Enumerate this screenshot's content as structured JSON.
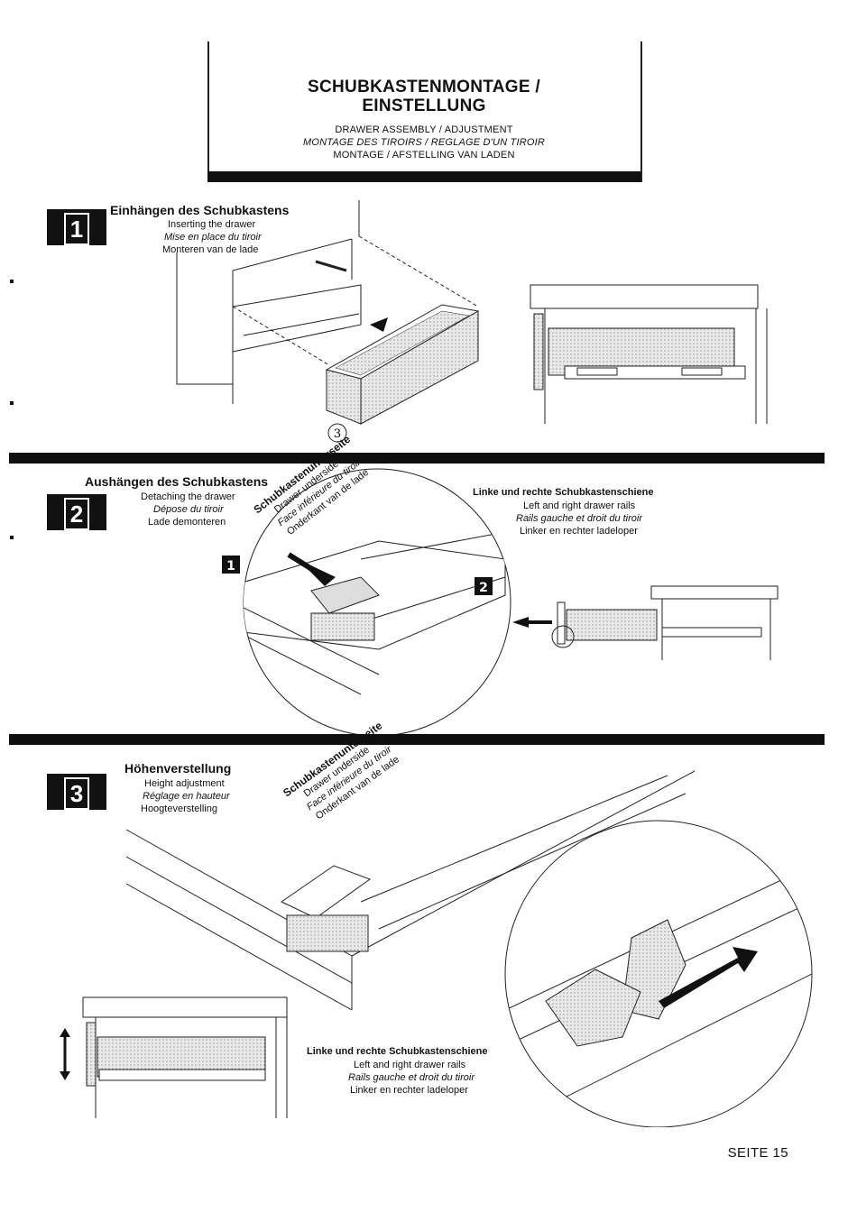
{
  "header": {
    "title_line1": "SCHUBKASTENMONTAGE /",
    "title_line2": "EINSTELLUNG",
    "sub_en": "DRAWER ASSEMBLY / ADJUSTMENT",
    "sub_fr": "MONTAGE DES TIROIRS / REGLAGE D'UN TIROIR",
    "sub_nl": "MONTAGE / AFSTELLING VAN LADEN"
  },
  "steps": [
    {
      "number": "1",
      "title": "Einhängen des Schubkastens",
      "en": "Inserting the drawer",
      "fr": "Mise en place du tiroir",
      "nl": "Monteren van de lade",
      "callout": "3"
    },
    {
      "number": "2",
      "title": "Aushängen des Schubkastens",
      "en": "Detaching the drawer",
      "fr": "Dépose du tiroir",
      "nl": "Lade demonteren",
      "underside_de": "Schubkastenunterseite",
      "underside_en": "Drawer underside",
      "underside_fr": "Face inférieure du tiroir",
      "underside_nl": "Onderkant van de lade",
      "rails_de": "Linke und rechte Schubkastenschiene",
      "rails_en": "Left and right drawer rails",
      "rails_fr": "Rails gauche et droit du tiroir",
      "rails_nl": "Linker en rechter ladeloper",
      "marker_1": "1",
      "marker_2": "2"
    },
    {
      "number": "3",
      "title": "Höhenverstellung",
      "en": "Height adjustment",
      "fr": "Réglage en hauteur",
      "nl": "Hoogteverstelling",
      "underside_de": "Schubkastenunterseite",
      "underside_en": "Drawer underside",
      "underside_fr": "Face inférieure du tiroir",
      "underside_nl": "Onderkant van de lade",
      "rails_de": "Linke und rechte Schubkastenschiene",
      "rails_en": "Left and right drawer rails",
      "rails_fr": "Rails gauche et droit du tiroir",
      "rails_nl": "Linker en rechter ladeloper"
    }
  ],
  "footer": {
    "page_label": "SEITE 15"
  }
}
